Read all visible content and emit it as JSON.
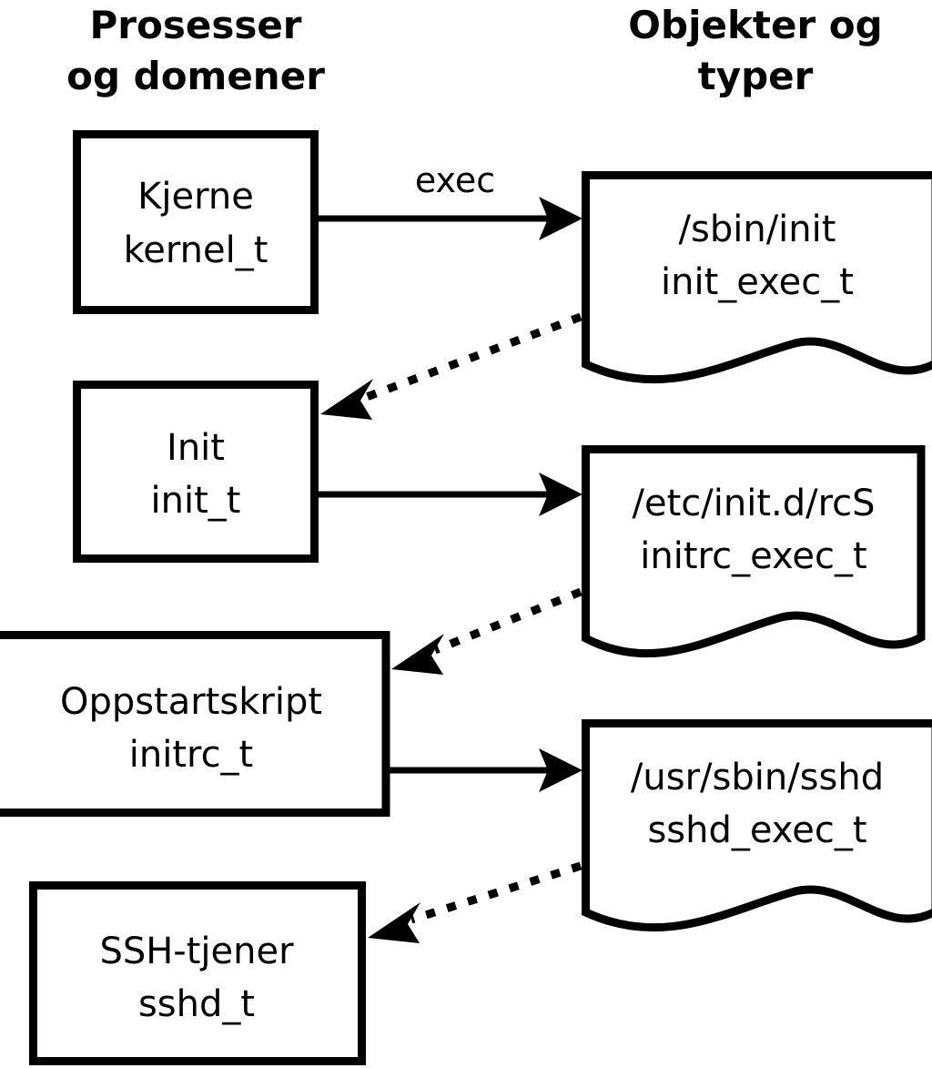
{
  "diagram": {
    "title_columns": {
      "left": "Prosesser\nog domener",
      "right": "Objekter og\ntyper"
    },
    "headings": [
      {
        "id": "left-heading",
        "line1": "Prosesser",
        "line2": "og domener"
      },
      {
        "id": "right-heading",
        "line1": "Objekter og",
        "line2": "typer"
      }
    ],
    "process_nodes": [
      {
        "id": "kernel",
        "name": "Kjerne",
        "type": "kernel_t"
      },
      {
        "id": "init",
        "name": "Init",
        "type": "init_t"
      },
      {
        "id": "initrc",
        "name": "Oppstartskript",
        "type": "initrc_t"
      },
      {
        "id": "sshd",
        "name": "SSH-tjener",
        "type": "sshd_t"
      }
    ],
    "object_nodes": [
      {
        "id": "init-exec",
        "path": "/sbin/init",
        "type": "init_exec_t"
      },
      {
        "id": "initrc-exec",
        "path": "/etc/init.d/rcS",
        "type": "initrc_exec_t"
      },
      {
        "id": "sshd-exec",
        "path": "/usr/sbin/sshd",
        "type": "sshd_exec_t"
      }
    ],
    "edges": [
      {
        "id": "kernel-to-init-exec",
        "from": "kernel",
        "to": "init-exec",
        "label": "exec",
        "style": "solid"
      },
      {
        "id": "init-exec-to-init",
        "from": "init-exec",
        "to": "init",
        "label": "",
        "style": "dotted"
      },
      {
        "id": "init-to-initrc-exec",
        "from": "init",
        "to": "initrc-exec",
        "label": "",
        "style": "solid"
      },
      {
        "id": "initrc-exec-to-initrc",
        "from": "initrc-exec",
        "to": "initrc",
        "label": "",
        "style": "dotted"
      },
      {
        "id": "initrc-to-sshd-exec",
        "from": "initrc",
        "to": "sshd-exec",
        "label": "",
        "style": "solid"
      },
      {
        "id": "sshd-exec-to-sshd",
        "from": "sshd-exec",
        "to": "sshd",
        "label": "",
        "style": "dotted"
      }
    ],
    "colors": {
      "stroke": "#000000",
      "fill": "#ffffff",
      "background": "#ffffff"
    }
  }
}
